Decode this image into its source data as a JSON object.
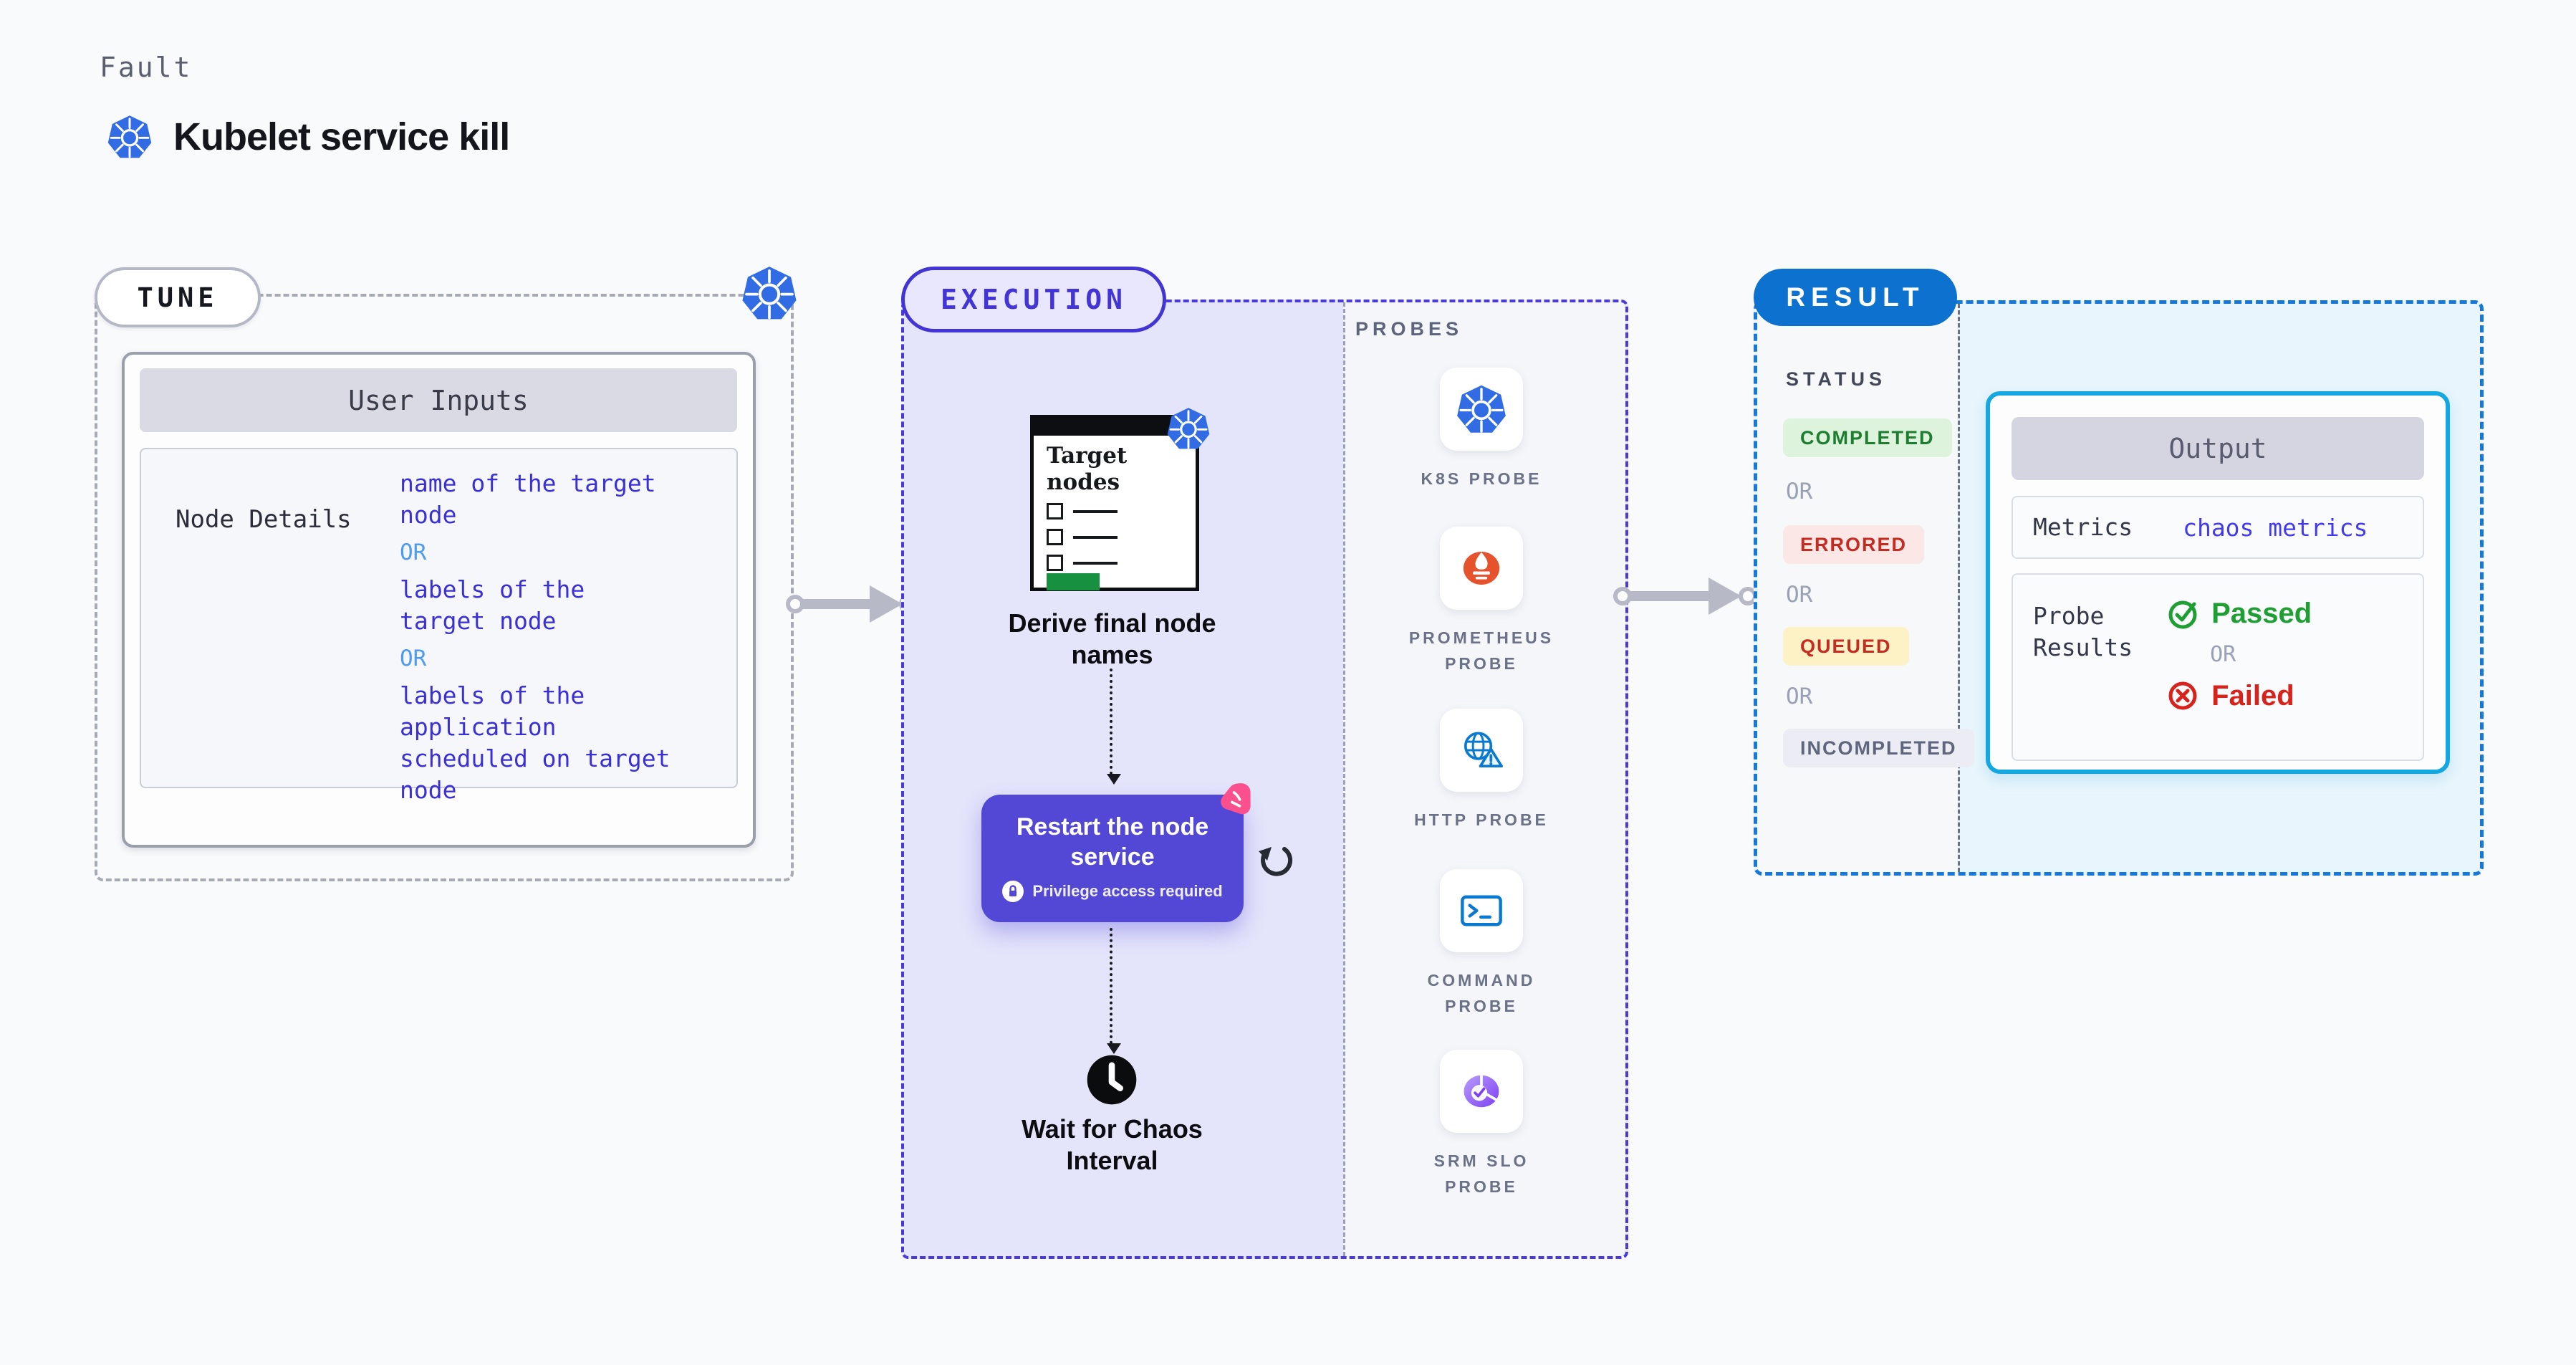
{
  "header": {
    "eyebrow": "Fault",
    "title": "Kubelet service kill"
  },
  "tune": {
    "label": "TUNE",
    "panel_title": "User Inputs",
    "row_label": "Node Details",
    "inputs": [
      {
        "text": "name of the target\nnode",
        "kind": "value"
      },
      {
        "text": "OR",
        "kind": "or"
      },
      {
        "text": "labels of the\ntarget node",
        "kind": "value"
      },
      {
        "text": "OR",
        "kind": "or"
      },
      {
        "text": "labels of the application\n scheduled on target node",
        "kind": "value"
      }
    ]
  },
  "execution": {
    "label": "EXECUTION",
    "probes_heading": "PROBES",
    "target_card_title": "Target\nnodes",
    "derive_step": "Derive final node\nnames",
    "action_title": "Restart the node\nservice",
    "action_badge": "Privilege access required",
    "wait_step": "Wait for Chaos\nInterval",
    "probes": [
      {
        "icon": "k8s-probe-icon",
        "label": "K8S PROBE"
      },
      {
        "icon": "prometheus-probe-icon",
        "label": "PROMETHEUS\nPROBE"
      },
      {
        "icon": "http-probe-icon",
        "label": "HTTP PROBE"
      },
      {
        "icon": "command-probe-icon",
        "label": "COMMAND\nPROBE"
      },
      {
        "icon": "srm-slo-probe-icon",
        "label": "SRM SLO\nPROBE"
      }
    ]
  },
  "result": {
    "label": "RESULT",
    "status_heading": "STATUS",
    "or_label": "OR",
    "statuses": [
      {
        "label": "COMPLETED",
        "kind": "completed",
        "color": "#1d7d31",
        "background": "#ddf3dc"
      },
      {
        "label": "ERRORED",
        "kind": "errored",
        "color": "#c62b21",
        "background": "#fbe7e5"
      },
      {
        "label": "QUEUED",
        "kind": "queued",
        "color": "#c62b21",
        "background": "#fdf2c6"
      },
      {
        "label": "INCOMPLETED",
        "kind": "incompleted",
        "color": "#5f657c",
        "background": "#ecedf4"
      }
    ],
    "output": {
      "title": "Output",
      "metrics_label": "Metrics",
      "metrics_value": "chaos metrics",
      "probe_results_label": "Probe\nResults",
      "passed_label": "Passed",
      "or_label": "OR",
      "failed_label": "Failed"
    }
  },
  "colors": {
    "page_background": "#f9fafc",
    "tune_border": "#a6aab5",
    "execution_border": "#4334d6",
    "execution_panel": "#e4e4fb",
    "result_border": "#1678d8",
    "result_panel": "#e8f5fc",
    "result_pill": "#0d71cf",
    "action_card": "#5347d6",
    "input_value_blue": "#3b2fd6",
    "input_or_blue": "#4d9bf5",
    "kubernetes_blue": "#326ce5",
    "prometheus_orange": "#e6522c",
    "probe_icon_blue": "#0a7ad1",
    "passed_green": "#1e9e33",
    "failed_red": "#d8231c",
    "arrow_gray": "#b7bac6"
  }
}
